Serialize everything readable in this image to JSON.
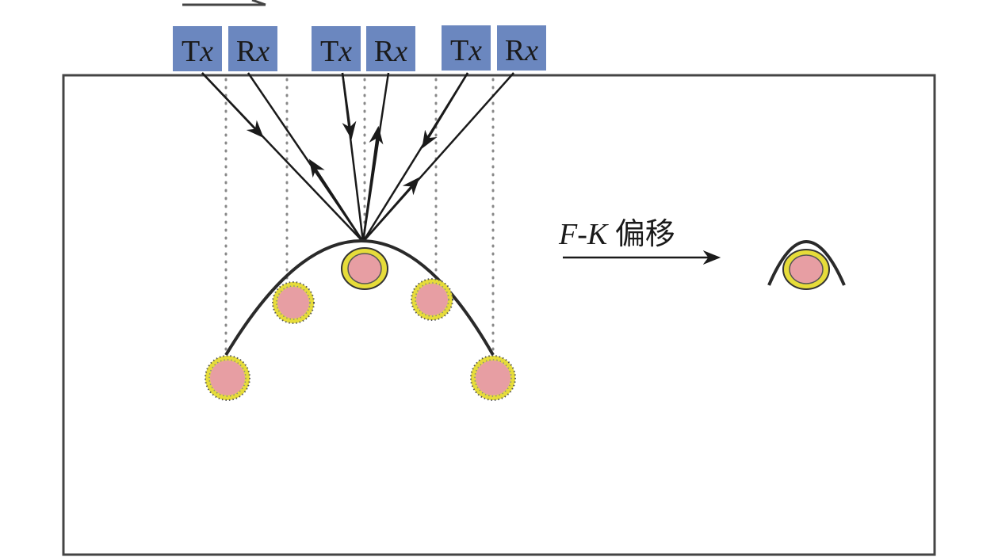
{
  "antennas": [
    {
      "main": "T",
      "sub": "x"
    },
    {
      "main": "R",
      "sub": "x"
    },
    {
      "main": "T",
      "sub": "x"
    },
    {
      "main": "R",
      "sub": "x"
    },
    {
      "main": "T",
      "sub": "x"
    },
    {
      "main": "R",
      "sub": "x"
    }
  ],
  "migration_label": {
    "method": "F-K",
    "text": " 偏移"
  },
  "colors": {
    "antenna_box": "#6b87bf",
    "target_fill": "#e79ea3",
    "target_ring": "#e6dc3a",
    "line": "#1a1a1a"
  }
}
